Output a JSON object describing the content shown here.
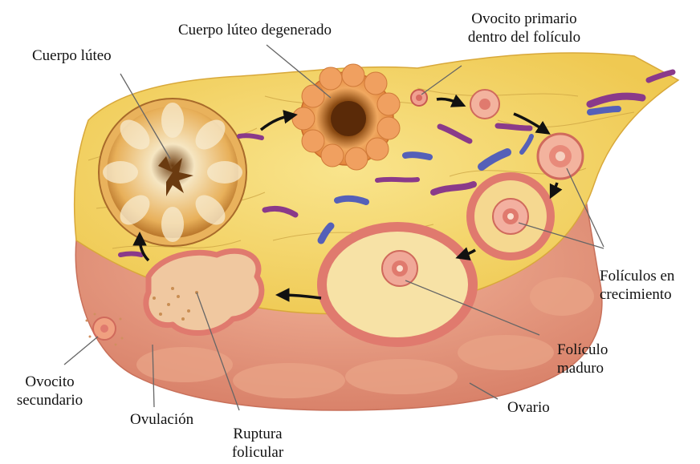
{
  "labels": {
    "cuerpo_luteo": "Cuerpo lúteo",
    "cuerpo_luteo_degenerado": "Cuerpo lúteo degenerado",
    "ovocito_primario_1": "Ovocito primario",
    "ovocito_primario_2": "dentro del folículo",
    "foliculos_crec_1": "Folículos en",
    "foliculos_crec_2": "crecimiento",
    "foliculo_maduro_1": "Folículo",
    "foliculo_maduro_2": "maduro",
    "ovario": "Ovario",
    "ruptura_1": "Ruptura",
    "ruptura_2": "folicular",
    "ovulacion": "Ovulación",
    "ovocito_secundario_1": "Ovocito",
    "ovocito_secundario_2": "secundario"
  },
  "colors": {
    "stroma": "#f3d66a",
    "outer_tissue": "#e49a80",
    "follicle_ring": "#e07a6e",
    "vessel_purple": "#8a3a8a",
    "vessel_blue": "#5560b8",
    "arrow": "#111111"
  }
}
